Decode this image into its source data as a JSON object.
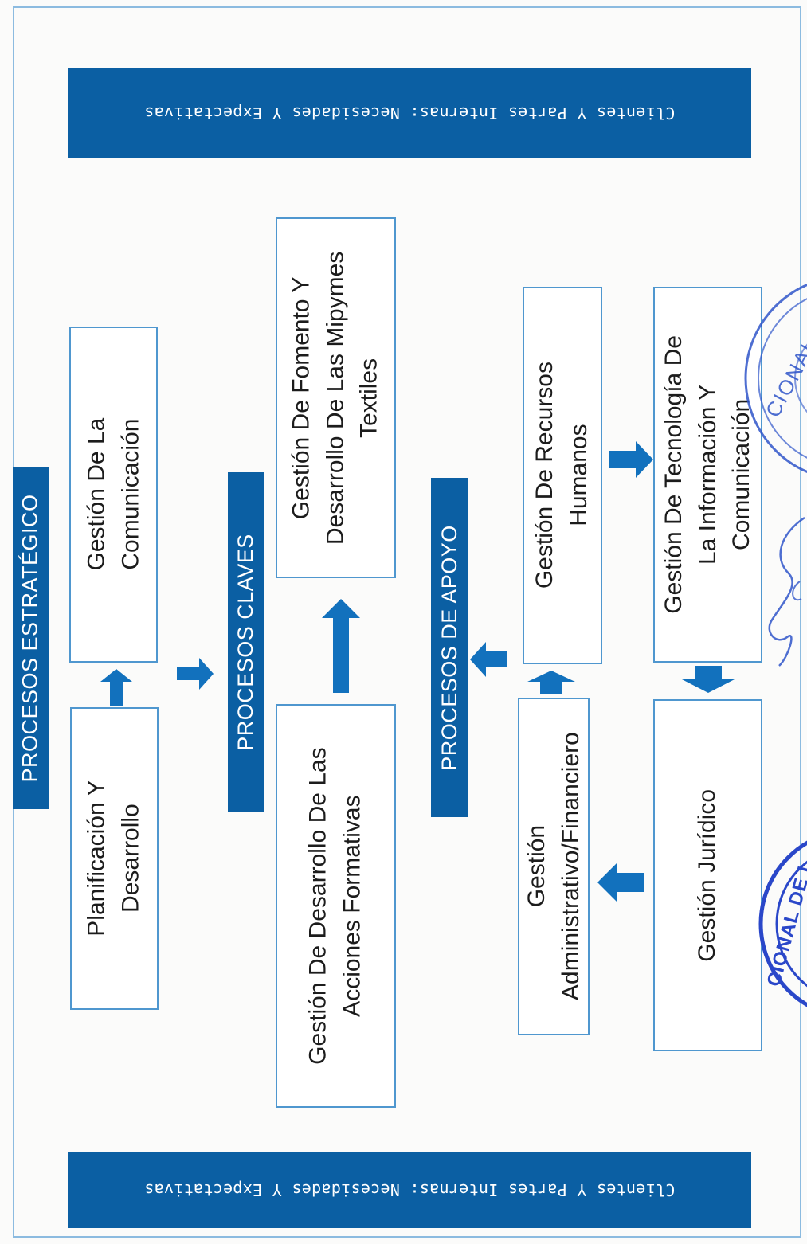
{
  "bands": {
    "top": "Clientes Y Partes Internas: Necesidades Y Expectativas",
    "bottom": "Clientes Y Partes Internas: Necesidades Y Expectativas"
  },
  "sections": {
    "estrategico": "PROCESOS ESTRATÉGICO",
    "claves": "PROCESOS CLAVES",
    "apoyo": "PROCESOS DE APOYO"
  },
  "processes": {
    "planificacion": [
      "Planificación Y",
      "Desarrollo"
    ],
    "comunicacion": [
      "Gestión De La",
      "Comunicación"
    ],
    "acciones_formativas": [
      "Gestión De Desarrollo De Las",
      "Acciones Formativas"
    ],
    "fomento_mipymes": [
      "Gestión De Fomento Y",
      "Desarrollo De Las Mipymes",
      "Textiles"
    ],
    "administrativo": [
      "Gestión",
      "Administrativo/Financiero"
    ],
    "recursos_humanos": [
      "Gestión De Recursos",
      "Humanos"
    ],
    "juridico": [
      "Gestión Jurídico"
    ],
    "tecnologia": [
      "Gestión De Tecnología De",
      "La Información Y",
      "Comunicación"
    ]
  },
  "seals": {
    "upper": "CIONAL DE L",
    "lower": "CIONAL DE L"
  },
  "colors": {
    "primary_blue": "#0b5fa3",
    "arrow_blue": "#1271bd",
    "box_border": "#4f97cf",
    "seal_blue": "#2a47c9"
  }
}
